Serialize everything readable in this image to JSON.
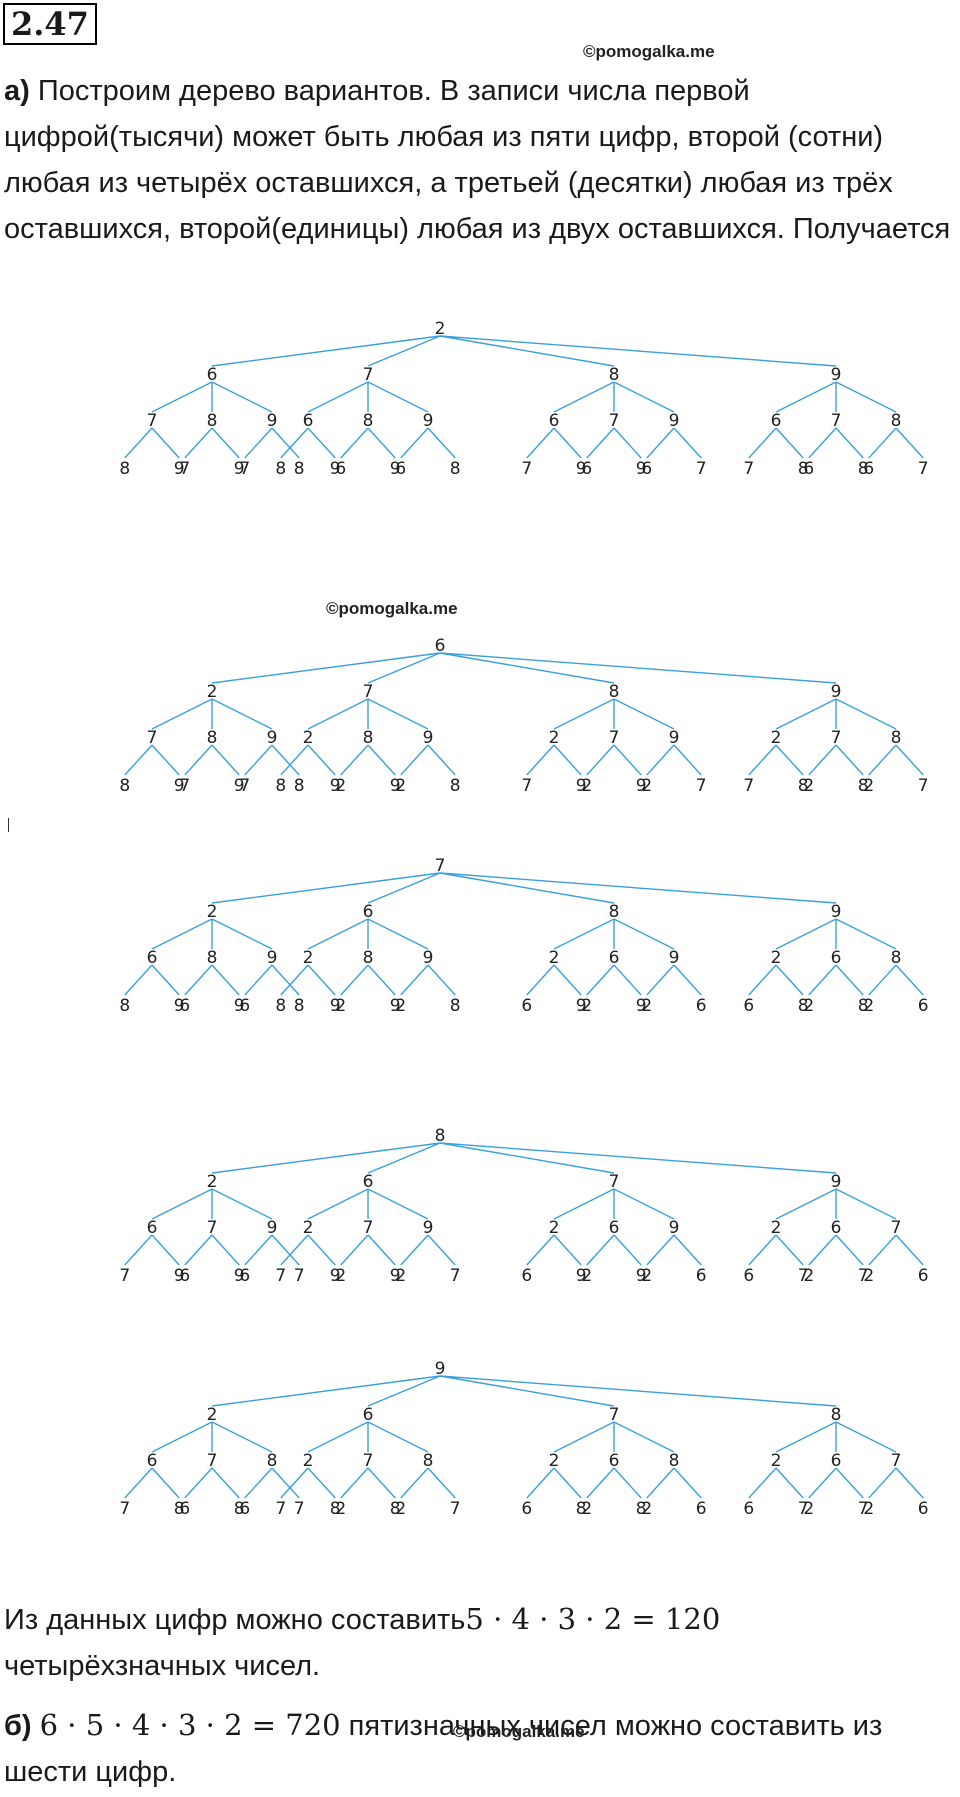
{
  "problem_number": "2.47",
  "watermark": "©pomogalka.me",
  "part_a": {
    "label": "а)",
    "text": " Построим дерево вариантов. В записи числа первой цифрой(тысячи) может быть любая из пяти цифр, второй (сотни) любая из четырёх оставшихся, а третьей (десятки) любая из трёх оставшихся, второй(единицы) любая из двух оставшихся. Получается"
  },
  "trees": [
    {
      "root": "2",
      "branches": [
        {
          "d": "6",
          "children": [
            {
              "d": "7",
              "leaves": [
                "8",
                "9"
              ]
            },
            {
              "d": "8",
              "leaves": [
                "7",
                "9"
              ]
            },
            {
              "d": "9",
              "leaves": [
                "7",
                "8"
              ]
            }
          ]
        },
        {
          "d": "7",
          "children": [
            {
              "d": "6",
              "leaves": [
                "8",
                "9"
              ]
            },
            {
              "d": "8",
              "leaves": [
                "6",
                "9"
              ]
            },
            {
              "d": "9",
              "leaves": [
                "6",
                "8"
              ]
            }
          ]
        },
        {
          "d": "8",
          "children": [
            {
              "d": "6",
              "leaves": [
                "7",
                "9"
              ]
            },
            {
              "d": "7",
              "leaves": [
                "6",
                "9"
              ]
            },
            {
              "d": "9",
              "leaves": [
                "6",
                "7"
              ]
            }
          ]
        },
        {
          "d": "9",
          "children": [
            {
              "d": "6",
              "leaves": [
                "7",
                "8"
              ]
            },
            {
              "d": "7",
              "leaves": [
                "6",
                "8"
              ]
            },
            {
              "d": "8",
              "leaves": [
                "6",
                "7"
              ]
            }
          ]
        }
      ]
    },
    {
      "root": "6",
      "branches": [
        {
          "d": "2",
          "children": [
            {
              "d": "7",
              "leaves": [
                "8",
                "9"
              ]
            },
            {
              "d": "8",
              "leaves": [
                "7",
                "9"
              ]
            },
            {
              "d": "9",
              "leaves": [
                "7",
                "8"
              ]
            }
          ]
        },
        {
          "d": "7",
          "children": [
            {
              "d": "2",
              "leaves": [
                "8",
                "9"
              ]
            },
            {
              "d": "8",
              "leaves": [
                "2",
                "9"
              ]
            },
            {
              "d": "9",
              "leaves": [
                "2",
                "8"
              ]
            }
          ]
        },
        {
          "d": "8",
          "children": [
            {
              "d": "2",
              "leaves": [
                "7",
                "9"
              ]
            },
            {
              "d": "7",
              "leaves": [
                "2",
                "9"
              ]
            },
            {
              "d": "9",
              "leaves": [
                "2",
                "7"
              ]
            }
          ]
        },
        {
          "d": "9",
          "children": [
            {
              "d": "2",
              "leaves": [
                "7",
                "8"
              ]
            },
            {
              "d": "7",
              "leaves": [
                "2",
                "8"
              ]
            },
            {
              "d": "8",
              "leaves": [
                "2",
                "7"
              ]
            }
          ]
        }
      ]
    },
    {
      "root": "7",
      "branches": [
        {
          "d": "2",
          "children": [
            {
              "d": "6",
              "leaves": [
                "8",
                "9"
              ]
            },
            {
              "d": "8",
              "leaves": [
                "6",
                "9"
              ]
            },
            {
              "d": "9",
              "leaves": [
                "6",
                "8"
              ]
            }
          ]
        },
        {
          "d": "6",
          "children": [
            {
              "d": "2",
              "leaves": [
                "8",
                "9"
              ]
            },
            {
              "d": "8",
              "leaves": [
                "2",
                "9"
              ]
            },
            {
              "d": "9",
              "leaves": [
                "2",
                "8"
              ]
            }
          ]
        },
        {
          "d": "8",
          "children": [
            {
              "d": "2",
              "leaves": [
                "6",
                "9"
              ]
            },
            {
              "d": "6",
              "leaves": [
                "2",
                "9"
              ]
            },
            {
              "d": "9",
              "leaves": [
                "2",
                "6"
              ]
            }
          ]
        },
        {
          "d": "9",
          "children": [
            {
              "d": "2",
              "leaves": [
                "6",
                "8"
              ]
            },
            {
              "d": "6",
              "leaves": [
                "2",
                "8"
              ]
            },
            {
              "d": "8",
              "leaves": [
                "2",
                "6"
              ]
            }
          ]
        }
      ]
    },
    {
      "root": "8",
      "branches": [
        {
          "d": "2",
          "children": [
            {
              "d": "6",
              "leaves": [
                "7",
                "9"
              ]
            },
            {
              "d": "7",
              "leaves": [
                "6",
                "9"
              ]
            },
            {
              "d": "9",
              "leaves": [
                "6",
                "7"
              ]
            }
          ]
        },
        {
          "d": "6",
          "children": [
            {
              "d": "2",
              "leaves": [
                "7",
                "9"
              ]
            },
            {
              "d": "7",
              "leaves": [
                "2",
                "9"
              ]
            },
            {
              "d": "9",
              "leaves": [
                "2",
                "7"
              ]
            }
          ]
        },
        {
          "d": "7",
          "children": [
            {
              "d": "2",
              "leaves": [
                "6",
                "9"
              ]
            },
            {
              "d": "6",
              "leaves": [
                "2",
                "9"
              ]
            },
            {
              "d": "9",
              "leaves": [
                "2",
                "6"
              ]
            }
          ]
        },
        {
          "d": "9",
          "children": [
            {
              "d": "2",
              "leaves": [
                "6",
                "7"
              ]
            },
            {
              "d": "6",
              "leaves": [
                "2",
                "7"
              ]
            },
            {
              "d": "7",
              "leaves": [
                "2",
                "6"
              ]
            }
          ]
        }
      ]
    },
    {
      "root": "9",
      "branches": [
        {
          "d": "2",
          "children": [
            {
              "d": "6",
              "leaves": [
                "7",
                "8"
              ]
            },
            {
              "d": "7",
              "leaves": [
                "6",
                "8"
              ]
            },
            {
              "d": "8",
              "leaves": [
                "6",
                "7"
              ]
            }
          ]
        },
        {
          "d": "6",
          "children": [
            {
              "d": "2",
              "leaves": [
                "7",
                "8"
              ]
            },
            {
              "d": "7",
              "leaves": [
                "2",
                "8"
              ]
            },
            {
              "d": "8",
              "leaves": [
                "2",
                "7"
              ]
            }
          ]
        },
        {
          "d": "7",
          "children": [
            {
              "d": "2",
              "leaves": [
                "6",
                "8"
              ]
            },
            {
              "d": "6",
              "leaves": [
                "2",
                "8"
              ]
            },
            {
              "d": "8",
              "leaves": [
                "2",
                "6"
              ]
            }
          ]
        },
        {
          "d": "8",
          "children": [
            {
              "d": "2",
              "leaves": [
                "6",
                "7"
              ]
            },
            {
              "d": "6",
              "leaves": [
                "2",
                "7"
              ]
            },
            {
              "d": "7",
              "leaves": [
                "2",
                "6"
              ]
            }
          ]
        }
      ]
    }
  ],
  "result_a": {
    "text": "Из данных цифр можно составить",
    "formula": "5 · 4 · 3 · 2 = 120",
    "text2": "четырёхзначных чисел."
  },
  "part_b": {
    "label": "б)",
    "formula": "6 · 5 · 4 · 3 · 2 = 720",
    "text": " пятизначных чисел можно составить из шести цифр."
  }
}
